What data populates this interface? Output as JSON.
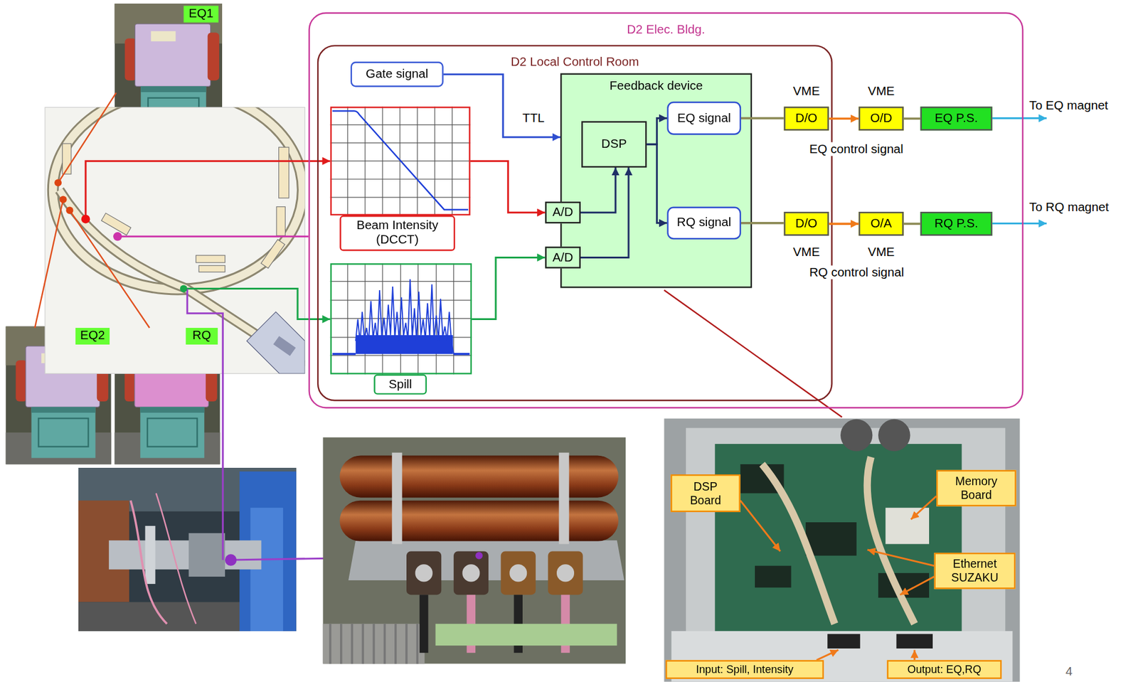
{
  "diagram": {
    "nodes": [
      {
        "text": [
          "D2 Elec. Bldg."
        ]
      },
      {
        "text": [
          "D2 Local Control Room"
        ],
        "in": 0
      },
      {
        "text": [
          "Gate signal"
        ],
        "in": 1
      },
      {
        "text": [
          "Feedback device"
        ],
        "in": 1
      },
      {
        "text": [
          "DSP"
        ],
        "in": 3
      },
      {
        "text": [
          "EQ signal"
        ],
        "in": 3
      },
      {
        "text": [
          "A/D"
        ],
        "in": 3
      },
      {
        "text": [
          "RQ signal"
        ],
        "in": 3
      },
      {
        "text": [
          "A/D"
        ],
        "in": 3
      },
      {
        "text": [
          "Beam Intensity (DCCT)"
        ],
        "in": 1
      },
      {
        "text": [
          "Spill"
        ],
        "in": 1
      },
      {
        "text": [
          "D/O"
        ],
        "in": 1
      },
      {
        "text": [
          "O/D"
        ],
        "in": 0
      },
      {
        "text": [
          "EQ P.S."
        ],
        "in": 0
      },
      {
        "text": [
          "D/O"
        ],
        "in": 1
      },
      {
        "text": [
          "O/A"
        ],
        "in": 0
      },
      {
        "text": [
          "RQ P.S."
        ],
        "in": 0
      },
      {
        "text": [
          "EQ1"
        ]
      },
      {
        "text": [
          "EQ2"
        ]
      },
      {
        "text": [
          "RQ"
        ]
      },
      {
        "text": [
          "DSP Board"
        ]
      },
      {
        "text": [
          "Memory Board"
        ]
      },
      {
        "text": [
          "Ethernet SUZAKU"
        ]
      },
      {
        "text": [
          "Input: Spill, Intensity"
        ]
      },
      {
        "text": [
          "Output: EQ,RQ"
        ]
      }
    ],
    "edges": [
      {
        "from": 2,
        "to": 3,
        "arrow": "to",
        "label": "TTL"
      },
      {
        "from": 9,
        "to": 6,
        "arrow": "to"
      },
      {
        "from": 10,
        "to": 8,
        "arrow": "to"
      },
      {
        "from": 6,
        "to": 4,
        "arrow": "to"
      },
      {
        "from": 8,
        "to": 4,
        "arrow": "to"
      },
      {
        "from": 4,
        "to": 5,
        "arrow": "to"
      },
      {
        "from": 4,
        "to": 7,
        "arrow": "to"
      },
      {
        "from": 5,
        "to": 11,
        "arrow": "none"
      },
      {
        "from": 11,
        "to": 12,
        "arrow": "to"
      },
      {
        "from": 12,
        "to": 13,
        "arrow": "none"
      },
      {
        "from": 7,
        "to": 14,
        "arrow": "none"
      },
      {
        "from": 14,
        "to": 15,
        "arrow": "to"
      },
      {
        "from": 15,
        "to": 16,
        "arrow": "none"
      }
    ],
    "labels": [
      "VME",
      "VME",
      "EQ control signal",
      "VME",
      "VME",
      "RQ control signal",
      "To EQ magnet",
      "To RQ magnet",
      "4"
    ]
  }
}
